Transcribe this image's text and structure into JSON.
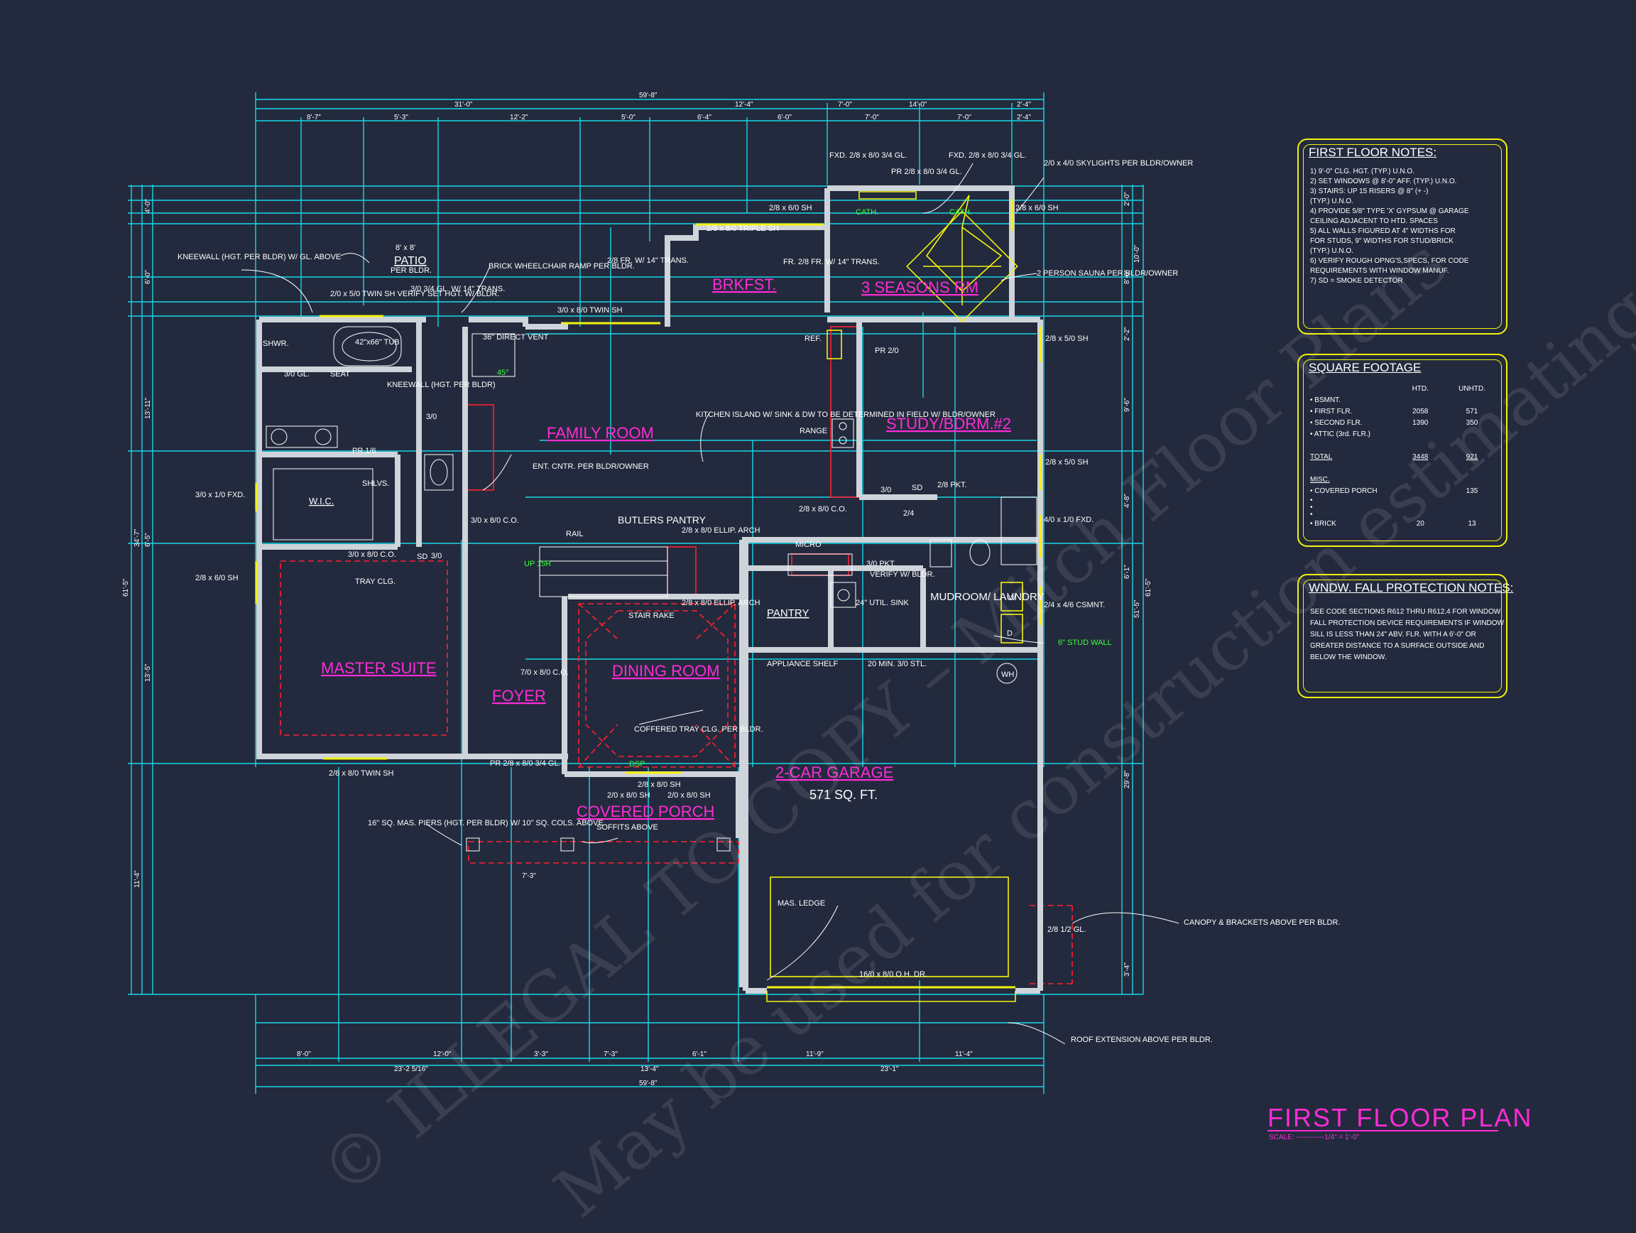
{
  "title": "FIRST FLOOR PLAN",
  "scale": "SCALE: ------------1/4\" = 1'-0\"",
  "watermark": [
    "© ILLEGAL TO COPY – Mitch Floor Plans",
    "May be used for construction estimating"
  ],
  "rooms": {
    "family": "FAMILY ROOM",
    "brkfst": "BRKFST.",
    "seasons": "3 SEASONS RM",
    "study": "STUDY/BDRM.#2",
    "master": "MASTER SUITE",
    "foyer": "FOYER",
    "dining": "DINING ROOM",
    "porch": "COVERED PORCH",
    "garage": "2-CAR GARAGE",
    "garage_sqft": "571 SQ. FT.",
    "pantry": "PANTRY",
    "mudroom": "MUDROOM/\nLAUNDRY",
    "butlers": "BUTLERS PANTRY",
    "wic": "W.I.C.",
    "patio": "PATIO"
  },
  "labels": {
    "kneewall": "KNEEWALL (HGT. PER BLDR) W/ GL. ABOVE",
    "patio_size": "8' x 8'",
    "patio_bldr": "PER BLDR.",
    "ramp": "BRICK WHEELCHAIR RAMP PER BLDR.",
    "twin_sh": "2/0 x 5/0 TWIN SH VERIFY SET HGT. W/ BLDR.",
    "gl_trans": "3/0 3/4 GL. W/ 14\" TRANS.",
    "fr_trans": "2/8 FR. W/ 14\" TRANS.",
    "triple_sh": "2/8 x 8/0 TRIPLE SH",
    "twin_sh2": "3/0 x 8/0 TWIN SH",
    "fxd1": "FXD. 2/8 x 8/0 3/4 GL.",
    "fxd2": "FXD. 2/8 x 8/0 3/4 GL.",
    "pr28": "PR 2/8 x 8/0 3/4 GL.",
    "skylights": "2/0 x 4/0 SKYLIGHTS PER BLDR/OWNER",
    "sh_2868a": "2/8 x 6/0 SH",
    "sh_2868b": "2/8 x 6/0 SH",
    "fr_trans2": "FR. 2/8 FR. W/ 14\" TRANS.",
    "cath1": "CATH.",
    "cath2": "CATH.",
    "sauna": "2 PERSON SAUNA PER BLDR/OWNER",
    "sh_2850a": "2/8 x 5/0 SH",
    "sh_2850b": "2/8 x 5/0 SH",
    "fxd3": "4/0 x 1/0 FXD.",
    "csmnt": "2/4 x 4/6 CSMNT.",
    "stud_wall": "6\" STUD WALL",
    "shwr": "SHWR.",
    "tub": "42\"x66\" TUB",
    "seat": "SEAT",
    "gl": "3/0 GL.",
    "kneewall2": "KNEEWALL (HGT. PER BLDR)",
    "direct_vent": "36\" DIRECT VENT",
    "deg45": "45°",
    "ent_cntr": "ENT. CNTR. PER BLDR/OWNER",
    "kitchen_island": "KITCHEN ISLAND W/ SINK & DW TO BE DETERMINED IN FIELD W/ BLDR/OWNER",
    "ref": "REF.",
    "range": "RANGE",
    "pr20": "PR 2/0",
    "pr16": "PR 1/6",
    "shlvs": "SHLVS.",
    "fxd_3010": "3/0 x 1/0 FXD.",
    "sh_2860c": "2/8 x 6/0 SH",
    "co_3080": "3/0 x 8/0 C.O.",
    "co_3080b": "3/0 x 8/0 C.O.",
    "tray": "TRAY CLG.",
    "rail": "RAIL",
    "up": "UP 15R",
    "ellip1": "2/8 x 8/0 ELLIP. ARCH",
    "ellip2": "2/8 x 8/0 ELLIP. ARCH",
    "co_2880": "2/8 x 8/0 C.O.",
    "pkt": "2/8 PKT.",
    "pkt2": "2/4",
    "micro": "MICRO",
    "pkt3": "3/0 PKT.",
    "verify": "VERIFY W/ BLDR.",
    "util_sink": "24\" UTIL. SINK",
    "appliance": "APPLIANCE SHELF",
    "stl": "20 MIN. 3/0 STL.",
    "stair_rake": "STAIR RAKE",
    "co_7080": "7/0 x 8/0 C.O.",
    "coffered": "COFFERED TRAY CLG. PER BLDR.",
    "twin_sh3": "2/8 x 8/0 TWIN SH",
    "pr_porch": "PR 2/8 x 8/0 3/4 GL.",
    "sh_2880": "2/8 x 8/0 SH",
    "sh_2880b": "2/0 x 8/0 SH",
    "sh_2880c": "2/0 x 8/0 SH",
    "dsp": "DSP",
    "piers": "16\" SQ. MAS. PIERS (HGT. PER BLDR) W/ 10\" SQ. COLS. ABOVE",
    "soffits": "SOFFITS ABOVE",
    "mas_ledge": "MAS. LEDGE",
    "oh_dr": "16/0 x 8/0 O.H. DR.",
    "gl_half": "2/8 1/2 GL.",
    "canopy": "CANOPY & BRACKETS ABOVE PER BLDR.",
    "roof_ext": "ROOF EXTENSION ABOVE PER BLDR.",
    "wh": "WH",
    "sd": "SD",
    "d": "D",
    "w": "W",
    "door_30": "3/0",
    "door_30b": "3/0",
    "door_30c": "3/0"
  },
  "dims_top1": [
    "59'-8\""
  ],
  "dims_top2": [
    "31'-0\"",
    "12'-4\"",
    "7'-0\"",
    "14'-0\"",
    "2'-4\""
  ],
  "dims_top3": [
    "8'-7\"",
    "5'-3\"",
    "12'-2\"",
    "5'-0\"",
    "6'-4\"",
    "6'-0\"",
    "7'-0\"",
    "7'-0\"",
    "2'-4\""
  ],
  "dims_bottom1": [
    "8'-0\"",
    "12'-0\"",
    "3'-3\"",
    "7'-3\"",
    "6'-1\"",
    "11'-9\"",
    "11'-4\""
  ],
  "dims_bottom2": [
    "23'-2 5/16\"",
    "13'-4\"",
    "23'-1\""
  ],
  "dims_bottom3": [
    "59'-8\""
  ],
  "dims_left1": [
    "61'-5\""
  ],
  "dims_left2": [
    "34'-7\"",
    "11'-4\""
  ],
  "dims_left3": [
    "4'-0\"",
    "6'-0\"",
    "13'-11\"",
    "6'-5\"",
    "13'-5\""
  ],
  "dims_right1": [
    "61'-5\""
  ],
  "dims_right2": [
    "10'-0\"",
    "51'-5\""
  ],
  "dims_right3": [
    "2'-0\"",
    "8'-0\"",
    "2'-2\"",
    "9'-6\"",
    "4'-8\"",
    "6'-1\"",
    "29'-8\"",
    "3'-4\""
  ],
  "notes": {
    "title": "FIRST FLOOR NOTES:",
    "items": [
      "1) 9'-0\" CLG. HGT. (TYP.) U.N.O.",
      "2) SET WINDOWS @ 8'-0\" AFF. (TYP.) U.N.O.",
      "3) STAIRS: UP 15 RISERS @ 8\" (+ -)",
      "   (TYP.) U.N.O.",
      "4) PROVIDE 5/8\" TYPE 'X' GYPSUM @ GARAGE",
      "   CEILING ADJACENT TO HTD. SPACES",
      "5) ALL WALLS FIGURED AT 4\" WIDTHS FOR",
      "   FOR STUDS, 9\" WIDTHS FOR STUD/BRICK",
      "   (TYP.) U.N.O.",
      "6) VERIFY ROUGH OPNG'S,SPECS, FOR CODE",
      "   REQUIREMENTS WITH WINDOW MANUF.",
      "7) SD = SMOKE DETECTOR"
    ]
  },
  "sqft": {
    "title": "SQUARE FOOTAGE",
    "head": [
      "",
      "HTD.",
      "UNHTD."
    ],
    "rows": [
      [
        "• BSMNT.",
        "",
        ""
      ],
      [
        "• FIRST FLR.",
        "2058",
        "571"
      ],
      [
        "• SECOND FLR.",
        "1390",
        "350"
      ],
      [
        "• ATTIC (3rd. FLR.)",
        "",
        ""
      ],
      [
        "",
        "",
        ""
      ],
      [
        "TOTAL",
        "3448",
        "921"
      ],
      [
        "",
        "",
        ""
      ],
      [
        "MISC.",
        "",
        ""
      ],
      [
        "• COVERED PORCH",
        "",
        "135"
      ],
      [
        "•",
        "",
        ""
      ],
      [
        "•",
        "",
        ""
      ],
      [
        "•",
        "",
        ""
      ],
      [
        "• BRICK",
        "20",
        "13"
      ]
    ]
  },
  "fall": {
    "title": "WNDW. FALL PROTECTION NOTES:",
    "items": [
      "SEE CODE SECTIONS R612 THRU R612.4 FOR WINDOW",
      "FALL PROTECTION DEVICE REQUIREMENTS IF WINDOW",
      "SILL IS LESS THAN 24\" ABV. FLR. WITH A 6'-0\" OR",
      "GREATER DISTANCE TO A SURFACE OUTSIDE AND",
      "BELOW THE WINDOW."
    ]
  }
}
